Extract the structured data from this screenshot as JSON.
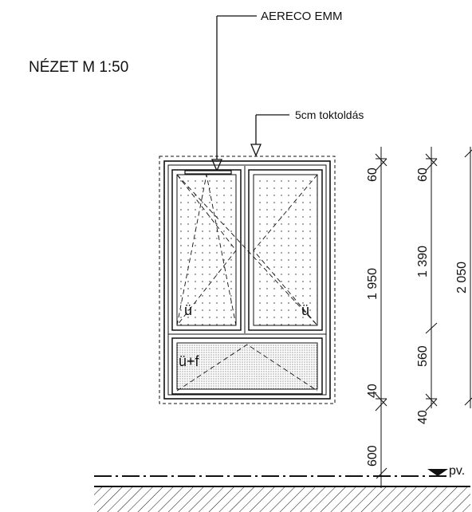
{
  "view_title": "NÉZET M 1:50",
  "callouts": {
    "vent": "AERECO EMM",
    "frame_extension": "5cm toktoldás"
  },
  "sash_labels": {
    "left": "ü",
    "right": "ü",
    "bottom": "ü+f"
  },
  "dimensions": {
    "chain_a": {
      "top": "60",
      "main": "1 950",
      "bottom": "40"
    },
    "chain_b": {
      "top": "60",
      "upper": "1 390",
      "lower": "560",
      "bottom": "40"
    },
    "chain_c": {
      "total": "2 050"
    },
    "sill_height": "600"
  },
  "level_mark": "pv.",
  "colors": {
    "ink": "#111111",
    "background": "#ffffff"
  }
}
